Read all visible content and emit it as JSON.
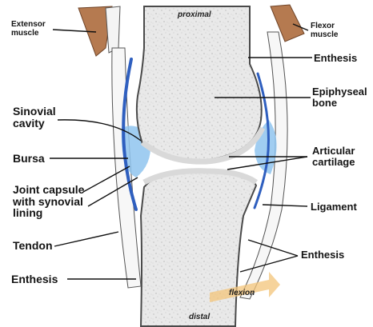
{
  "labels": {
    "extensor_muscle": "Extensor\nmuscle",
    "flexor_muscle": "Flexor\nmuscle",
    "proximal": "proximal",
    "distal": "distal",
    "enthesis_top": "Enthesis",
    "epiphyseal_bone": "Epiphyseal\nbone",
    "sinovial_cavity": "Sinovial\ncavity",
    "articular_cartilage": "Articular\ncartilage",
    "bursa": "Bursa",
    "joint_capsule": "Joint capsule\nwith synovial\nlining",
    "ligament": "Ligament",
    "tendon": "Tendon",
    "enthesis_left": "Enthesis",
    "enthesis_right": "Enthesis",
    "flexion": "flexion"
  },
  "colors": {
    "bone_fill": "#e6e6e6",
    "bone_outline": "#4a4a4a",
    "muscle": "#b57a50",
    "synovial_blue": "#8fc4ee",
    "capsule_blue": "#2f5fbf",
    "flexion_arrow": "#f3c47a"
  }
}
